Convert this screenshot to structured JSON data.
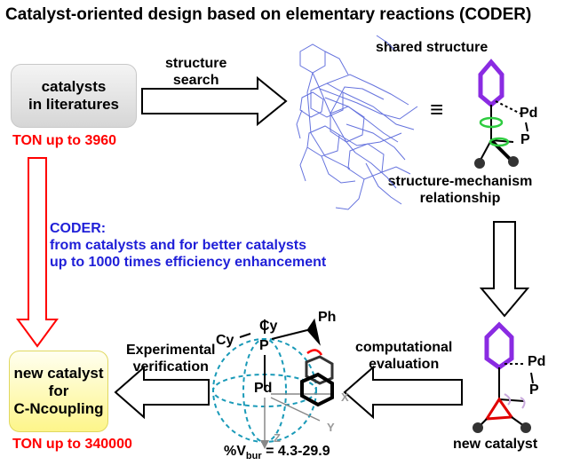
{
  "title": "Catalyst-oriented design based on elementary reactions (CODER)",
  "literature_box": {
    "line1": "catalysts",
    "line2": "in literatures"
  },
  "ton_old": "TON up to 3960",
  "structure_search": {
    "line1": "structure",
    "line2": "search"
  },
  "shared_structure": "shared structure",
  "equiv_symbol": "≡",
  "relationship": {
    "line1": "structure-mechanism",
    "line2": "relationship"
  },
  "coder": {
    "line1": "CODER:",
    "line2": "from catalysts and for better catalysts",
    "line3": "up to 1000 times efficiency enhancement"
  },
  "computational": {
    "line1": "computational",
    "line2": "evaluation"
  },
  "experimental": {
    "line1": "Experimental",
    "line2": "verification"
  },
  "new_catalyst_box": {
    "line1": "new catalyst",
    "line2": "for",
    "line3": "C-Ncoupling"
  },
  "ton_new": "TON up to 340000",
  "new_catalyst_label": "new catalyst",
  "vbur_label": "%V",
  "vbur_sub": "bur",
  "vbur_value": " = 4.3-29.9",
  "atoms": {
    "pd": "Pd",
    "p": "P",
    "cy": "Cy",
    "ph": "Ph",
    "x": "X",
    "y": "Y",
    "z": "Z"
  },
  "colors": {
    "red": "#ff0000",
    "blue": "#1f1fd8",
    "purple": "#8a2be2",
    "overlay": "#4a5ad8"
  }
}
